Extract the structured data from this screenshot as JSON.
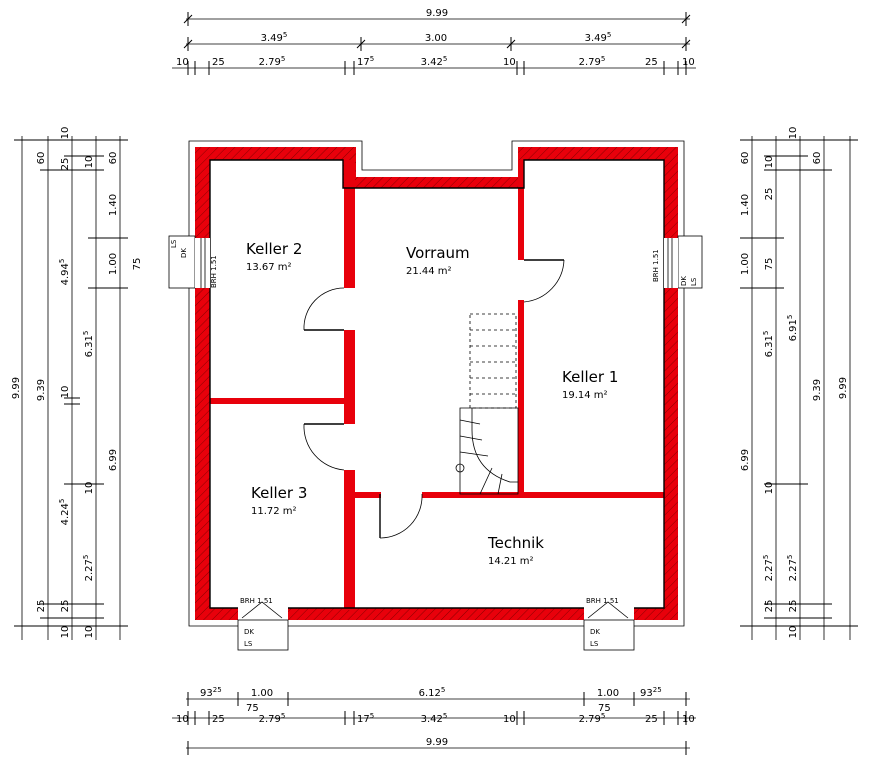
{
  "rooms": [
    {
      "name": "Keller 2",
      "area": "13.67 m²"
    },
    {
      "name": "Vorraum",
      "area": "21.44 m²"
    },
    {
      "name": "Keller 1",
      "area": "19.14 m²"
    },
    {
      "name": "Keller 3",
      "area": "11.72 m²"
    },
    {
      "name": "Technik",
      "area": "14.21 m²"
    }
  ],
  "window_labels": {
    "brh": "BRH 1.51",
    "dk": "DK",
    "ls": "LS"
  },
  "dims_top": {
    "total": "9.99",
    "row2": [
      "3.49",
      "3.00",
      "3.49"
    ],
    "row2_sup": [
      "5",
      "",
      "5"
    ],
    "row3": [
      "10",
      "25",
      "2.79",
      "17",
      "3.42",
      "10",
      "2.79",
      "25",
      "10"
    ],
    "row3_sup": [
      "",
      "",
      "5",
      "5",
      "5",
      "",
      "5",
      "",
      ""
    ]
  },
  "dims_bottom": {
    "row1": [
      "93",
      "1.00",
      "6.12",
      "1.00",
      "93"
    ],
    "row1_sup": [
      "25",
      "",
      "5",
      "",
      "25"
    ],
    "row1_sub": [
      "75",
      "75"
    ],
    "row2": [
      "10",
      "25",
      "2.79",
      "17",
      "3.42",
      "10",
      "2.79",
      "25",
      "10"
    ],
    "row2_sup": [
      "",
      "",
      "5",
      "5",
      "5",
      "",
      "5",
      "",
      ""
    ],
    "total": "9.99"
  },
  "dims_left": {
    "outer": [
      "9.99",
      "9.39"
    ],
    "col3": [
      "60",
      "4.94",
      "10",
      "4.24",
      "25"
    ],
    "col3_sup": [
      "",
      "5",
      "",
      "5",
      ""
    ],
    "col4": [
      "25",
      "6.31",
      "2.27",
      "25"
    ],
    "col4_sup": [
      "",
      "5",
      "5",
      ""
    ],
    "col5": [
      "10",
      "1.40",
      "1.00",
      "6.99",
      "10"
    ],
    "col6": [
      "10",
      "60",
      "75"
    ],
    "bottom_tens": [
      "10",
      "10"
    ]
  },
  "dims_right": {
    "outer": [
      "9.99",
      "9.39"
    ],
    "col1": [
      "10",
      "1.40",
      "1.00",
      "6.99",
      "10"
    ],
    "col2": [
      "60",
      "25",
      "75",
      "6.31",
      "2.27",
      "25"
    ],
    "col2_sup": [
      "",
      "",
      "",
      "5",
      "5",
      ""
    ],
    "col3": [
      "10",
      "60",
      "6.91",
      "2.27",
      "25",
      "10"
    ],
    "col3_sup": [
      "",
      "",
      "5",
      "5",
      "",
      ""
    ]
  }
}
